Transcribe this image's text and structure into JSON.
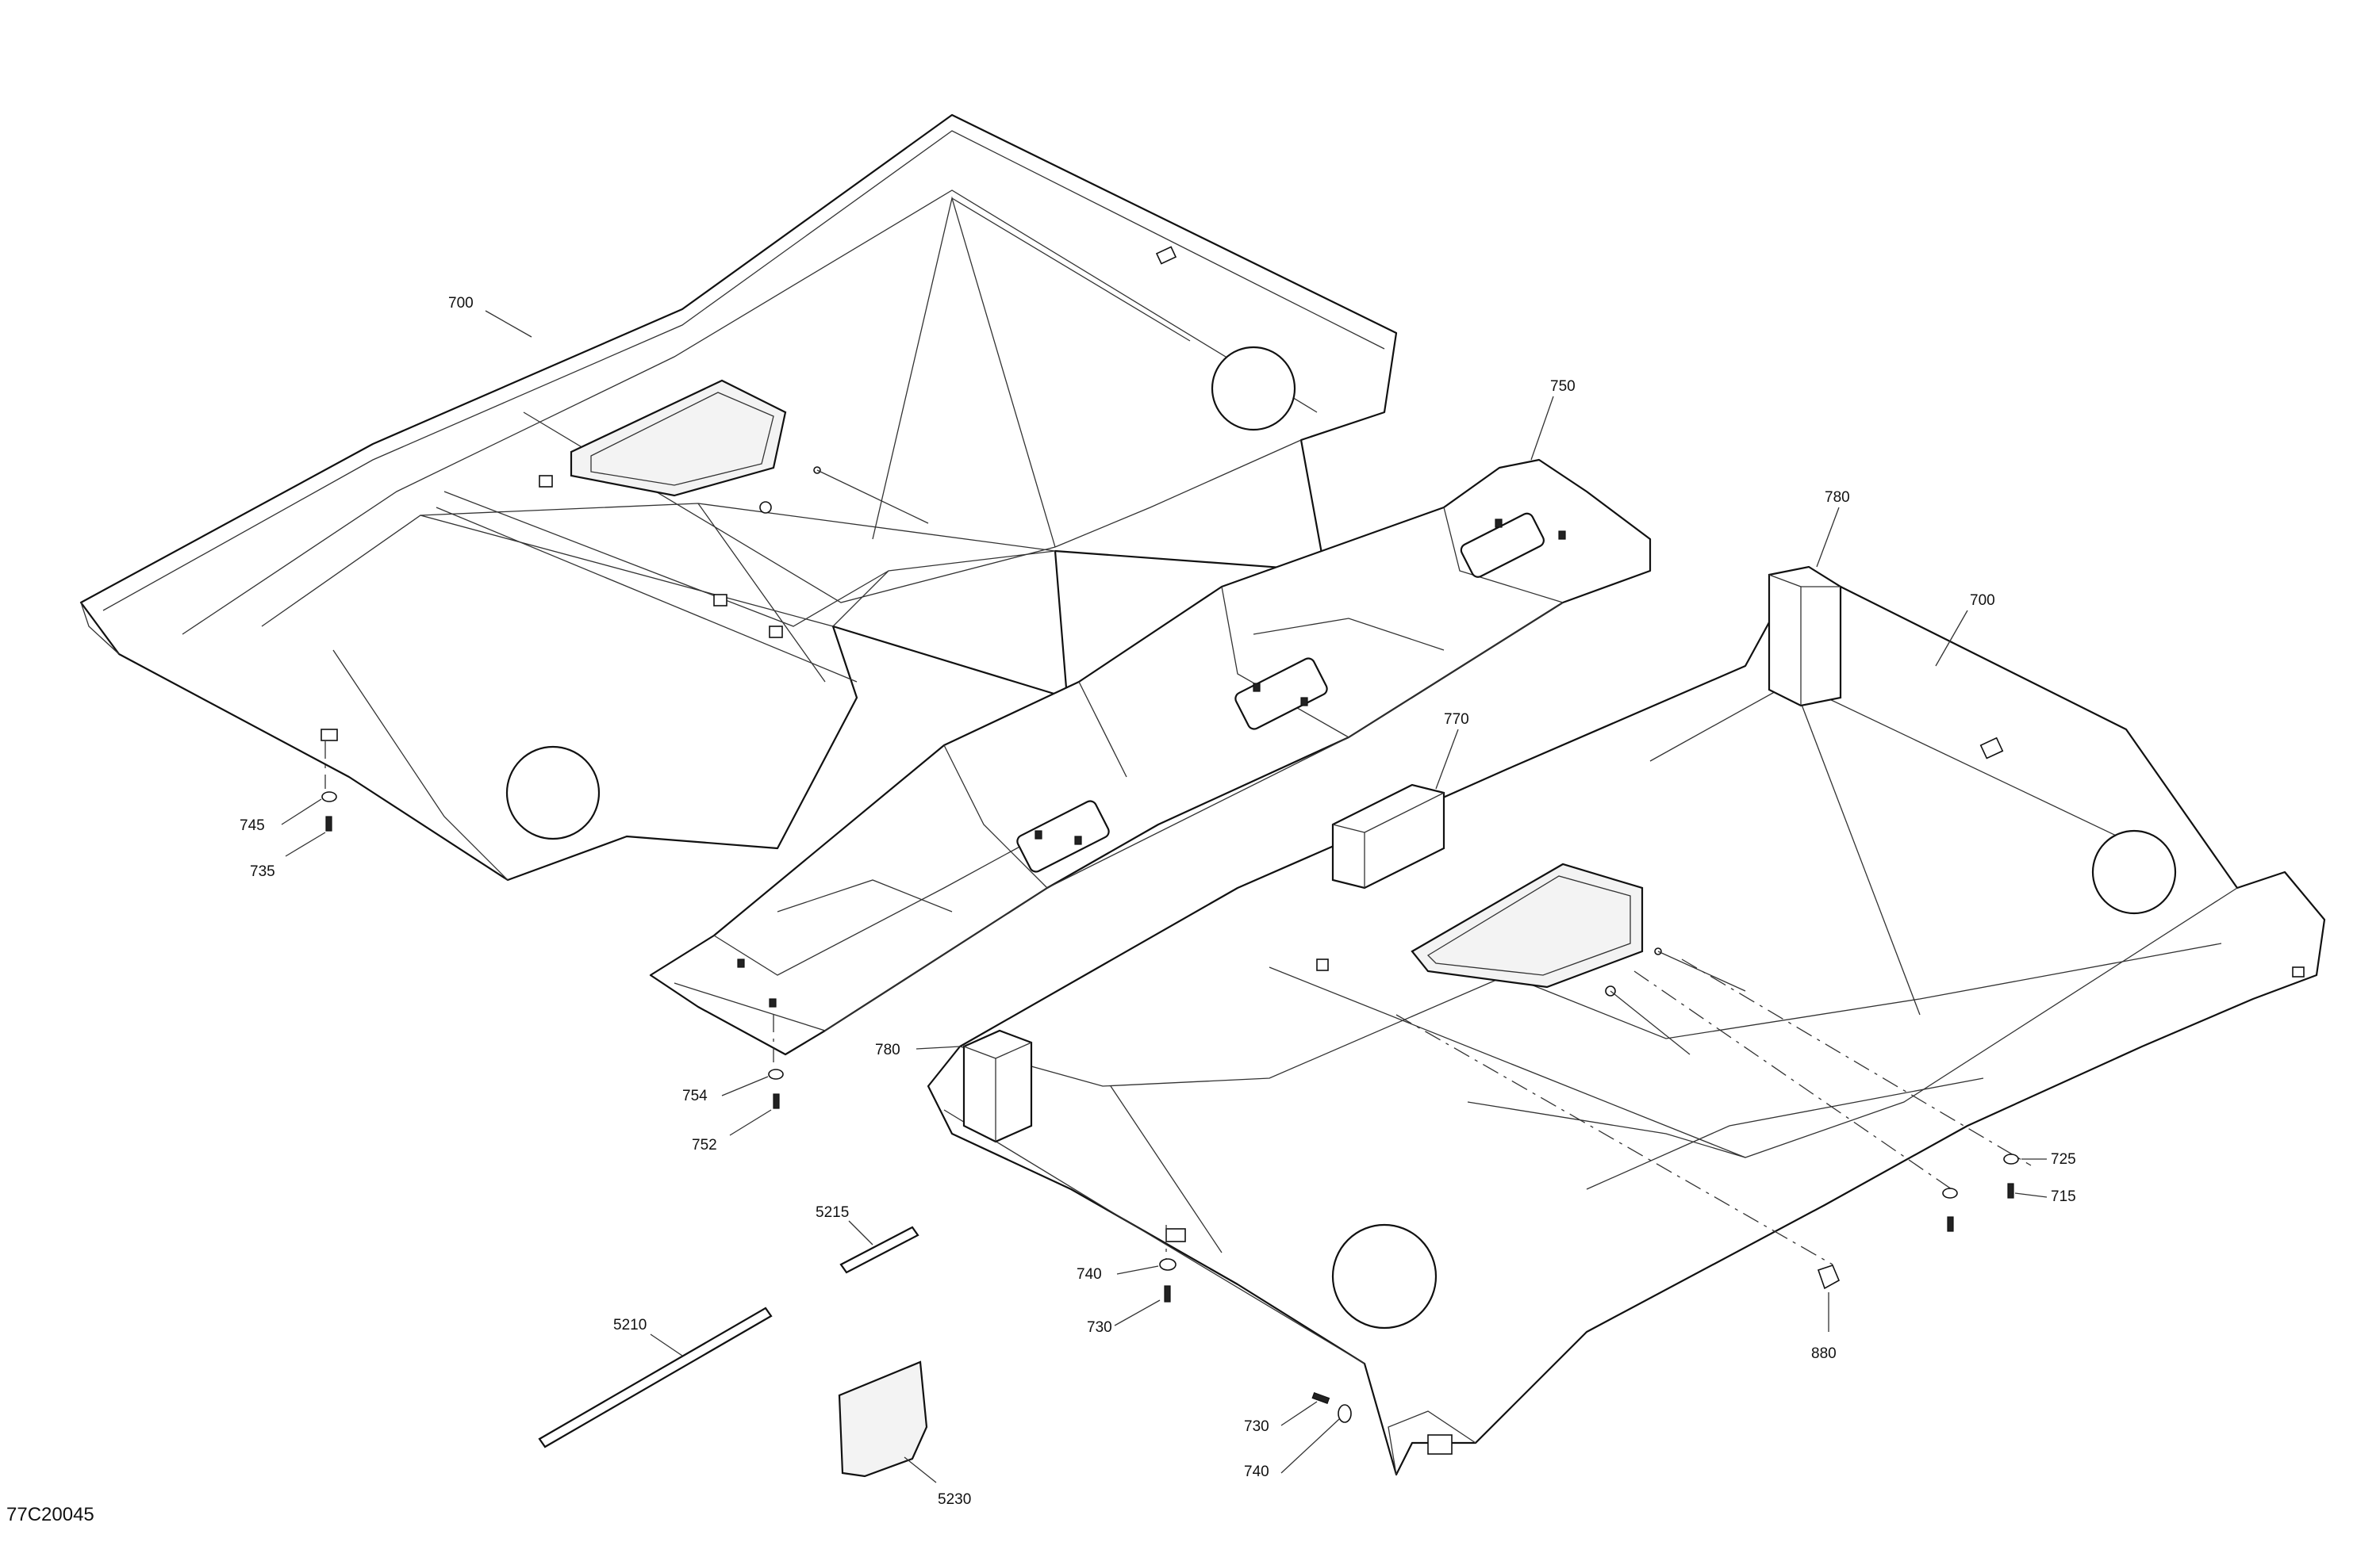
{
  "drawing_number": "77C20045",
  "callouts": {
    "c700a": "700",
    "c700b": "700",
    "c750": "750",
    "c780a": "780",
    "c780b": "780",
    "c770": "770",
    "c745": "745",
    "c735": "735",
    "c754": "754",
    "c752": "752",
    "c5215": "5215",
    "c5210": "5210",
    "c5230": "5230",
    "c740a": "740",
    "c740b": "740",
    "c730a": "730",
    "c730b": "730",
    "c725": "725",
    "c715": "715",
    "c880": "880"
  }
}
